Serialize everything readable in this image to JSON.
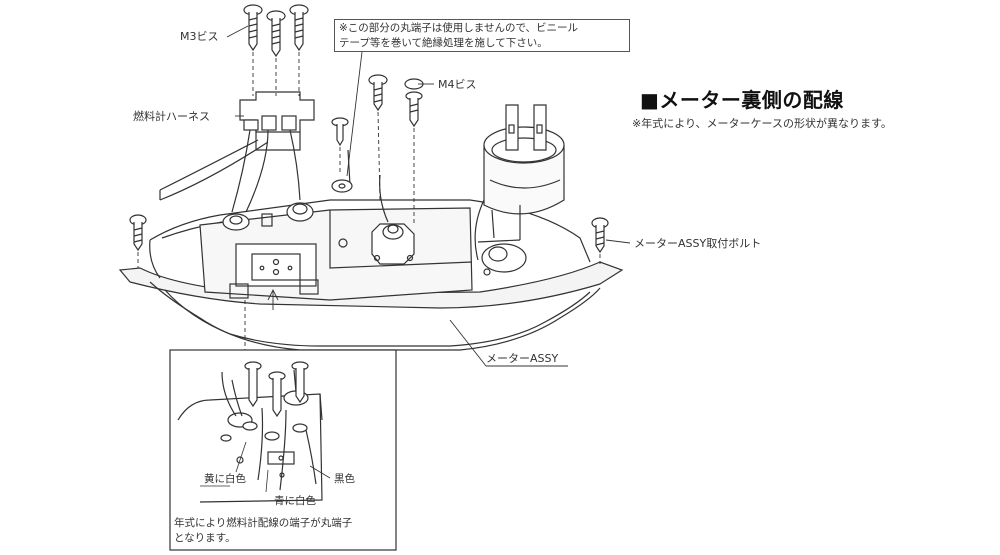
{
  "header": {
    "title": "■メーター裏側の配線",
    "subtitle": "※年式により、メーターケースの形状が異なります。"
  },
  "note": {
    "line1": "※この部分の丸端子は使用しませんので、ビニール",
    "line2": "テープ等を巻いて絶縁処理を施して下さい。"
  },
  "labels": {
    "m3_screw": "M3ビス",
    "m4_screw": "M4ビス",
    "fuel_harness": "燃料計ハーネス",
    "mount_bolt": "メーターASSY取付ボルト",
    "meter_assy": "メーターASSY"
  },
  "inset": {
    "yellow_white": "黄に白色",
    "black": "黒色",
    "blue_white": "青に白色",
    "caption_line1": "年式により燃料計配線の端子が丸端子",
    "caption_line2": "となります。"
  }
}
